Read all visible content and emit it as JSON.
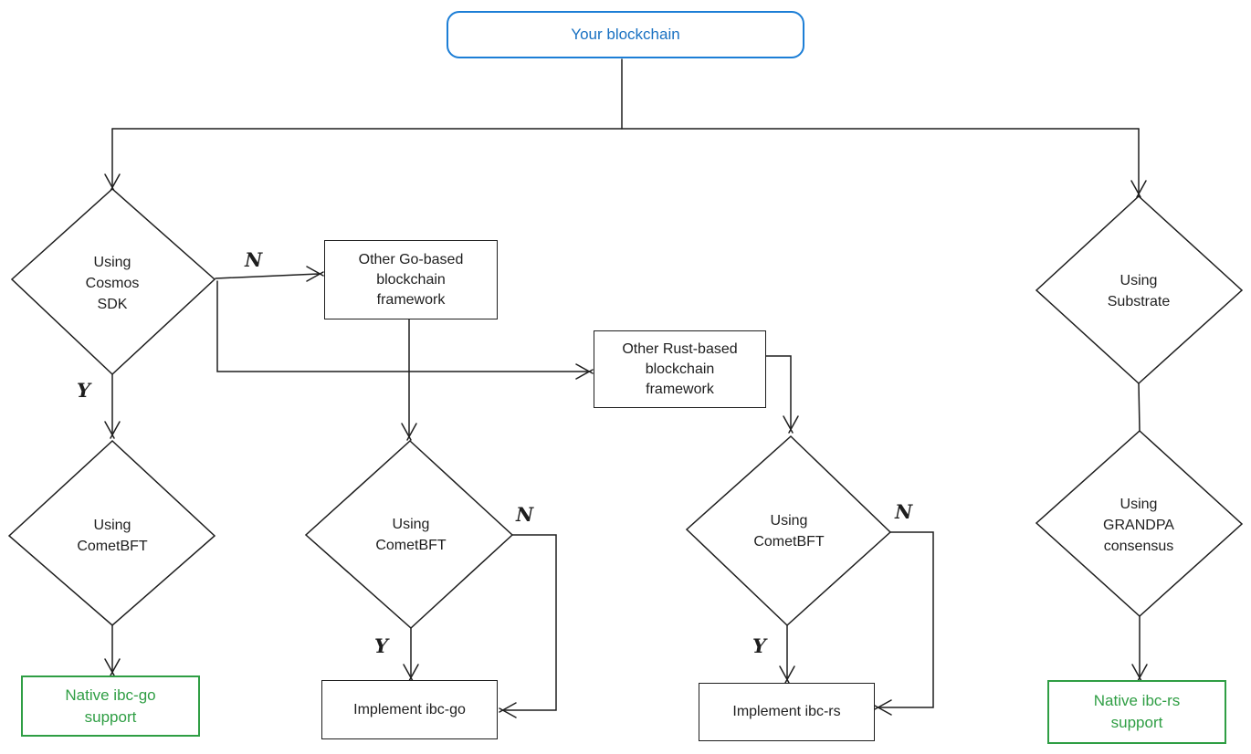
{
  "diagram": {
    "type": "flowchart",
    "topic": "Choosing IBC implementation for your blockchain",
    "colors": {
      "stroke": "#1e1e1e",
      "blue_border": "#1c7ed6",
      "blue_text": "#1971c2",
      "green": "#2f9e44",
      "background": "#ffffff"
    },
    "nodes": {
      "start": {
        "label": "Your blockchain",
        "shape": "rounded-rectangle",
        "color": "blue"
      },
      "using_cosmos_sdk": {
        "label": "Using\nCosmos\nSDK",
        "shape": "diamond"
      },
      "other_go_framework": {
        "label": "Other Go-based\nblockchain\nframework",
        "shape": "rectangle"
      },
      "other_rust_framework": {
        "label": "Other Rust-based\nblockchain\nframework",
        "shape": "rectangle"
      },
      "using_cometbft_left": {
        "label": "Using\nCometBFT",
        "shape": "diamond"
      },
      "using_cometbft_mid": {
        "label": "Using\nCometBFT",
        "shape": "diamond"
      },
      "using_cometbft_right": {
        "label": "Using\nCometBFT",
        "shape": "diamond"
      },
      "using_substrate": {
        "label": "Using\nSubstrate",
        "shape": "diamond"
      },
      "using_grandpa": {
        "label": "Using\nGRANDPA\nconsensus",
        "shape": "diamond"
      },
      "native_ibc_go": {
        "label": "Native ibc-go\nsupport",
        "shape": "rectangle",
        "color": "green"
      },
      "implement_ibc_go": {
        "label": "Implement ibc-go",
        "shape": "rectangle"
      },
      "implement_ibc_rs": {
        "label": "Implement ibc-rs",
        "shape": "rectangle"
      },
      "native_ibc_rs": {
        "label": "Native ibc-rs\nsupport",
        "shape": "rectangle",
        "color": "green"
      }
    },
    "edge_labels": {
      "cosmos_yes": "Y",
      "cosmos_no": "N",
      "cometbft_mid_yes": "Y",
      "cometbft_mid_no": "N",
      "cometbft_right_yes": "Y",
      "cometbft_right_no": "N"
    }
  }
}
